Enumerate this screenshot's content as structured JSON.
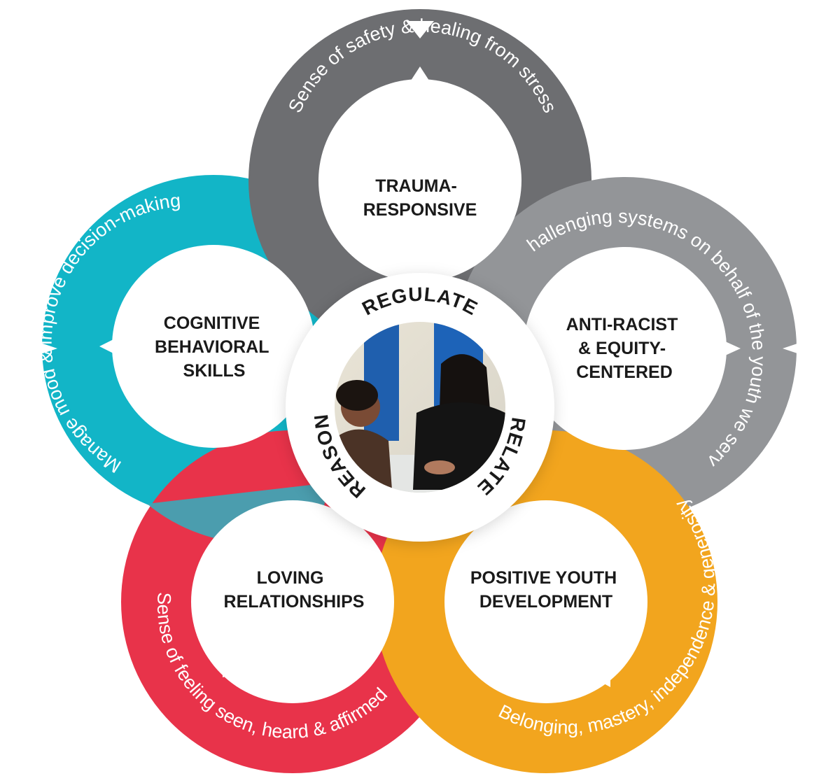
{
  "diagram": {
    "center": {
      "words": [
        "REGULATE",
        "RELATE",
        "REASON"
      ],
      "photo": "two-people-smiling-at-table"
    },
    "petals": [
      {
        "id": "trauma",
        "title_lines": [
          "TRAUMA-",
          "RESPONSIVE"
        ],
        "description": "Sense of safety & healing from stress",
        "color": "#6d6e71"
      },
      {
        "id": "anti-racist",
        "title_lines": [
          "ANTI-RACIST",
          "& EQUITY-",
          "CENTERED"
        ],
        "description": "Challenging systems on behalf of the youth we serve.",
        "color": "#939598"
      },
      {
        "id": "pyd",
        "title_lines": [
          "POSITIVE YOUTH",
          "DEVELOPMENT"
        ],
        "description": "Belonging, mastery, independence & generosity",
        "color": "#f2a51e"
      },
      {
        "id": "loving",
        "title_lines": [
          "LOVING",
          "RELATIONSHIPS"
        ],
        "description": "Sense of feeling seen, heard & affirmed",
        "color": "#e8334a"
      },
      {
        "id": "cognitive",
        "title_lines": [
          "COGNITIVE",
          "BEHAVIORAL",
          "SKILLS"
        ],
        "description": "Manage mood & improve decision-making",
        "color": "#12b5c7"
      }
    ]
  }
}
